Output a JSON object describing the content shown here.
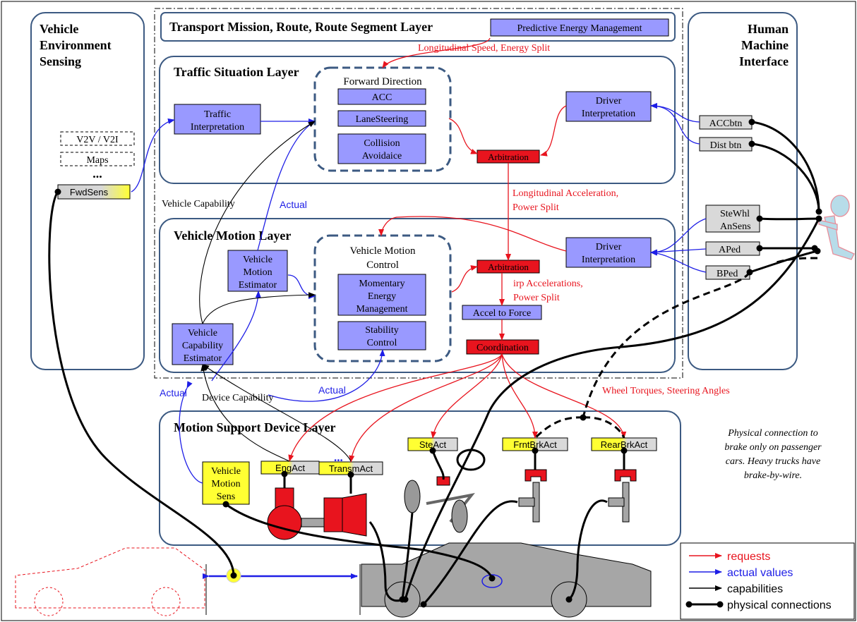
{
  "colors": {
    "panel_border": "#3c5a82",
    "block_fill": "#9999ff",
    "red": "#e8141e",
    "blue": "#1e1ee6",
    "sensor_yellow": "#ffff33",
    "button_gray": "#d9d9d9",
    "car_gray": "#a6a6a6",
    "driver_pink": "#e88e9a",
    "driver_blue": "#b7dce9"
  },
  "panels": {
    "env_sensing": [
      "Vehicle",
      "Environment",
      "Sensing"
    ],
    "hmi": [
      "Human",
      "Machine",
      "Interface"
    ],
    "mission": "Transport Mission, Route, Route Segment Layer",
    "traffic": "Traffic Situation Layer",
    "motion": "Vehicle Motion Layer",
    "device": "Motion Support Device Layer"
  },
  "blocks": {
    "pem": "Predictive Energy Management",
    "forward_direction": "Forward Direction",
    "acc": "ACC",
    "lanesteering": "LaneSteering",
    "collision": [
      "Collision",
      "Avoidaice"
    ],
    "traffic_interp": [
      "Traffic",
      "Interpretation"
    ],
    "driver_interp_top": [
      "Driver",
      "Interpretation"
    ],
    "arbitration_top": "Arbitration",
    "v2v": "V2V / V2I",
    "maps": "Maps",
    "ellipsis": "...",
    "fwdsens": "FwdSens",
    "vm_control": [
      "Vehicle Motion",
      "Control"
    ],
    "momentary": [
      "Momentary",
      "Energy",
      "Management"
    ],
    "stability": [
      "Stability",
      "Control"
    ],
    "vm_estimator": [
      "Vehicle",
      "Motion",
      "Estimator"
    ],
    "vc_estimator": [
      "Vehicle",
      "Capability",
      "Estimator"
    ],
    "driver_interp_mid": [
      "Driver",
      "Interpretation"
    ],
    "arbitration_mid": "Arbitration",
    "accel_to_force": "Accel to Force",
    "coordination": "Coordination",
    "accbtn": "ACCbtn",
    "distbtn": "Dist btn",
    "stewhl": [
      "SteWhl",
      "AnSens"
    ],
    "aped": "APed",
    "bped": "BPed",
    "engact": "EngAct",
    "transmact": "TransmAct",
    "steact": "SteAct",
    "frntbrk": "FrntBrkAct",
    "rearbrk": "RearBrkAct",
    "vm_sens": [
      "Vehicle",
      "Motion",
      "Sens"
    ],
    "dots": "..."
  },
  "labels": {
    "long_speed": "Longitudinal Speed, Energy Split",
    "long_accel": [
      "Longitudinal Acceleration,",
      "Power Split"
    ],
    "irp_accel": [
      "irp Accelerations,",
      "Power Split"
    ],
    "wheel_torques": "Wheel Torques, Steering Angles",
    "vehicle_capability": "Vehicle Capability",
    "actual_1": "Actual",
    "actual_2": "Actual",
    "actual_3": "Actual",
    "device_capability": "Device Capability",
    "note": [
      "Physical connection to",
      "brake only on passenger",
      "cars. Heavy trucks have",
      "brake-by-wire."
    ]
  },
  "legend": {
    "requests": "requests",
    "actual_values": "actual values",
    "capabilities": "capabilities",
    "physical": "physical connections"
  }
}
